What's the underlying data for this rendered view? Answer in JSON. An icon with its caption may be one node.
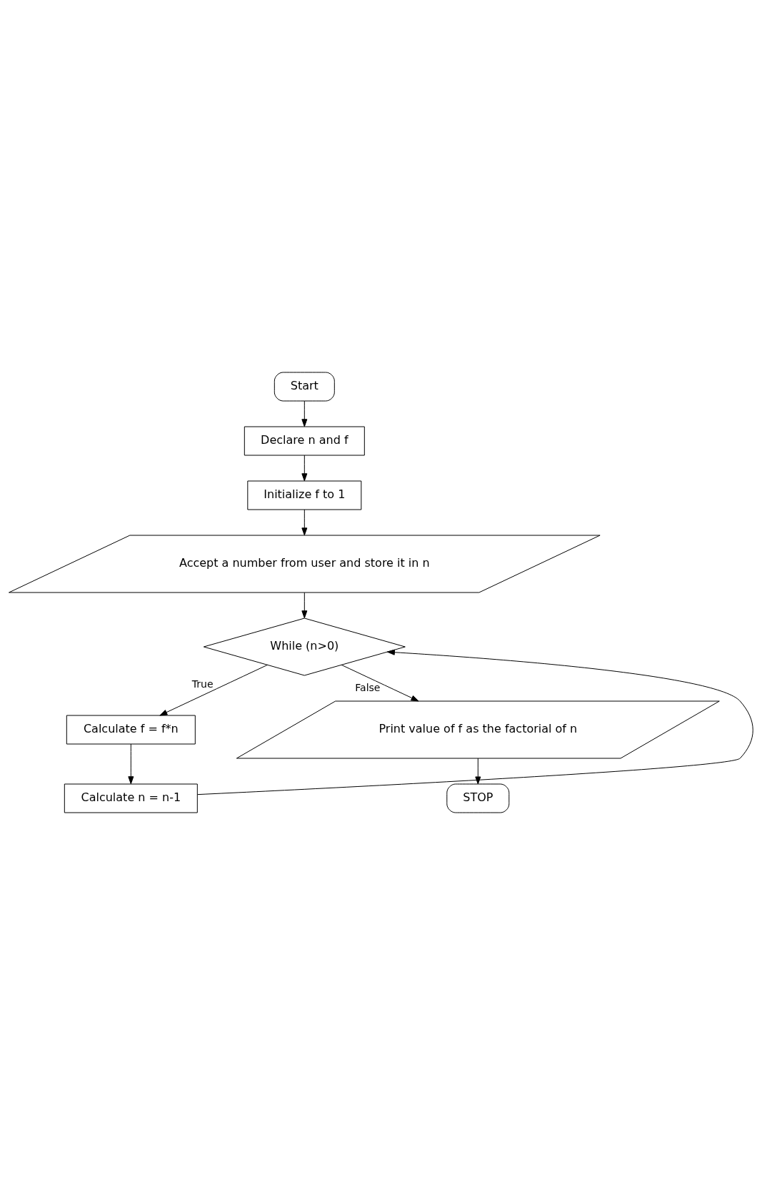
{
  "diagram": {
    "nodes": [
      {
        "text": [
          "Start"
        ]
      },
      {
        "text": [
          "Declare n and f"
        ]
      },
      {
        "text": [
          "Initialize f to 1"
        ]
      },
      {
        "text": [
          "Accept a number from user and store it in n"
        ]
      },
      {
        "text": [
          "While (n>0)"
        ]
      },
      {
        "text": [
          "Calculate f = f*n"
        ]
      },
      {
        "text": [
          "Calculate n = n-1"
        ]
      },
      {
        "text": [
          "Print value of f as the factorial of n"
        ]
      },
      {
        "text": [
          "STOP"
        ]
      }
    ],
    "edges": [
      {
        "from": 0,
        "to": 1,
        "arrow": "to"
      },
      {
        "from": 1,
        "to": 2,
        "arrow": "to"
      },
      {
        "from": 2,
        "to": 3,
        "arrow": "to"
      },
      {
        "from": 3,
        "to": 4,
        "arrow": "to"
      },
      {
        "from": 4,
        "to": 5,
        "arrow": "to",
        "label": "True"
      },
      {
        "from": 5,
        "to": 6,
        "arrow": "to"
      },
      {
        "from": 6,
        "to": 4,
        "arrow": "to"
      },
      {
        "from": 4,
        "to": 7,
        "arrow": "to",
        "label": "False"
      },
      {
        "from": 7,
        "to": 8,
        "arrow": "to"
      }
    ]
  }
}
